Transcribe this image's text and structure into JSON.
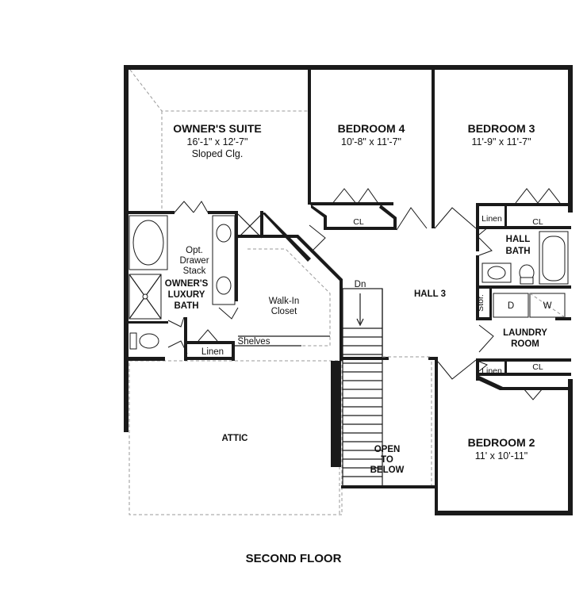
{
  "plan_title": "SECOND FLOOR",
  "rooms": {
    "owners_suite": {
      "name": "OWNER'S SUITE",
      "size": "16'-1\" x 12'-7\"",
      "note": "Sloped Clg."
    },
    "bedroom4": {
      "name": "BEDROOM 4",
      "size": "10'-8\" x 11'-7\""
    },
    "bedroom3": {
      "name": "BEDROOM 3",
      "size": "11'-9\" x 11'-7\""
    },
    "bedroom2": {
      "name": "BEDROOM 2",
      "size": "11' x 10'-11\""
    },
    "hall": {
      "name": "HALL 3"
    },
    "hall_bath": {
      "line1": "HALL",
      "line2": "BATH"
    },
    "laundry": {
      "line1": "LAUNDRY",
      "line2": "ROOM"
    },
    "owners_bath": {
      "line1": "OWNER'S",
      "line2": "LUXURY",
      "line3": "BATH"
    },
    "drawer_stack": {
      "line1": "Opt.",
      "line2": "Drawer",
      "line3": "Stack"
    },
    "walk_in": {
      "line1": "Walk-In",
      "line2": "Closet"
    },
    "attic": {
      "name": "ATTIC"
    },
    "open_below": {
      "line1": "OPEN",
      "line2": "TO",
      "line3": "BELOW"
    }
  },
  "small_labels": {
    "cl_bed4": "CL",
    "cl_bed3": "CL",
    "cl_bed2": "CL",
    "linen_bath": "Linen",
    "linen_laundry": "Linen",
    "linen_owner": "Linen",
    "shelves": "Shelves",
    "stor": "Stor.",
    "dryer": "D",
    "washer": "W",
    "stairs_dn": "Dn"
  }
}
